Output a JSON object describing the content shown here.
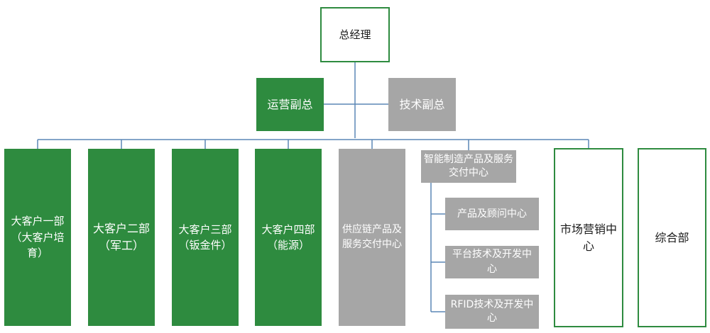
{
  "colors": {
    "green": "#2e8b3f",
    "grey": "#a6a6a6",
    "connector": "#5b87b5"
  },
  "top": {
    "label": "总经理"
  },
  "deputies": {
    "ops": {
      "label": "运营副总"
    },
    "tech": {
      "label": "技术副总"
    }
  },
  "departments": {
    "d1": {
      "label": "大客户一部（大客户培育）"
    },
    "d2": {
      "label": "大客户二部（军工）"
    },
    "d3": {
      "label": "大客户三部（钣金件）"
    },
    "d4": {
      "label": "大客户四部（能源）"
    },
    "d5": {
      "label": "供应链产品及服务交付中心"
    },
    "d6": {
      "label": "智能制造产品及服务交付中心"
    },
    "d7": {
      "label": "市场营销中心"
    },
    "d8": {
      "label": "综合部"
    }
  },
  "subunits": {
    "s1": {
      "label": "产品及顾问中心"
    },
    "s2": {
      "label": "平台技术及开发中心"
    },
    "s3": {
      "label": "RFID技术及开发中心"
    }
  }
}
